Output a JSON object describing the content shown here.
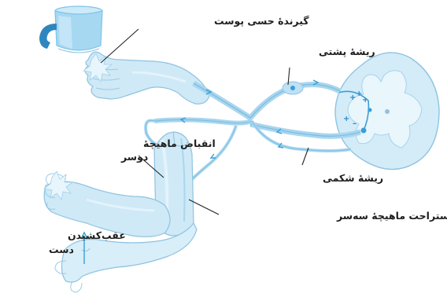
{
  "labels": {
    "skin_receptor": "گیرندهٔ حسی پوست",
    "dorsal_root": "ریشهٔ پشتی",
    "ventral_root": "ریشهٔ شکمی",
    "biceps_contraction_line1": "انقباض ماهیچهٔ",
    "biceps_contraction_line2": "دوسر",
    "triceps_relaxation": "استراحت ماهیچهٔ سه‌سر",
    "hand_withdrawal_line1": "عقب‌کشیدن",
    "hand_withdrawal_line2": "دست"
  },
  "colors": {
    "background": "#ffffff",
    "tissue_fill": "#cfe9f7",
    "tissue_light": "#e4f3fb",
    "tissue_dark": "#a9d6ef",
    "outline": "#8fc3e0",
    "nerve": "#7fbfe2",
    "neuron": "#3a9ed6",
    "heat_source": "#7cc4ea",
    "heat_source_dark": "#2f86bf",
    "label_text": "#1e1e1e",
    "leader_line": "#222222"
  },
  "icons": {
    "heat_source": "hot-cup-icon",
    "spinal_cord": "spinal-cord-section-icon",
    "pain_burst": "pain-burst-icon"
  }
}
